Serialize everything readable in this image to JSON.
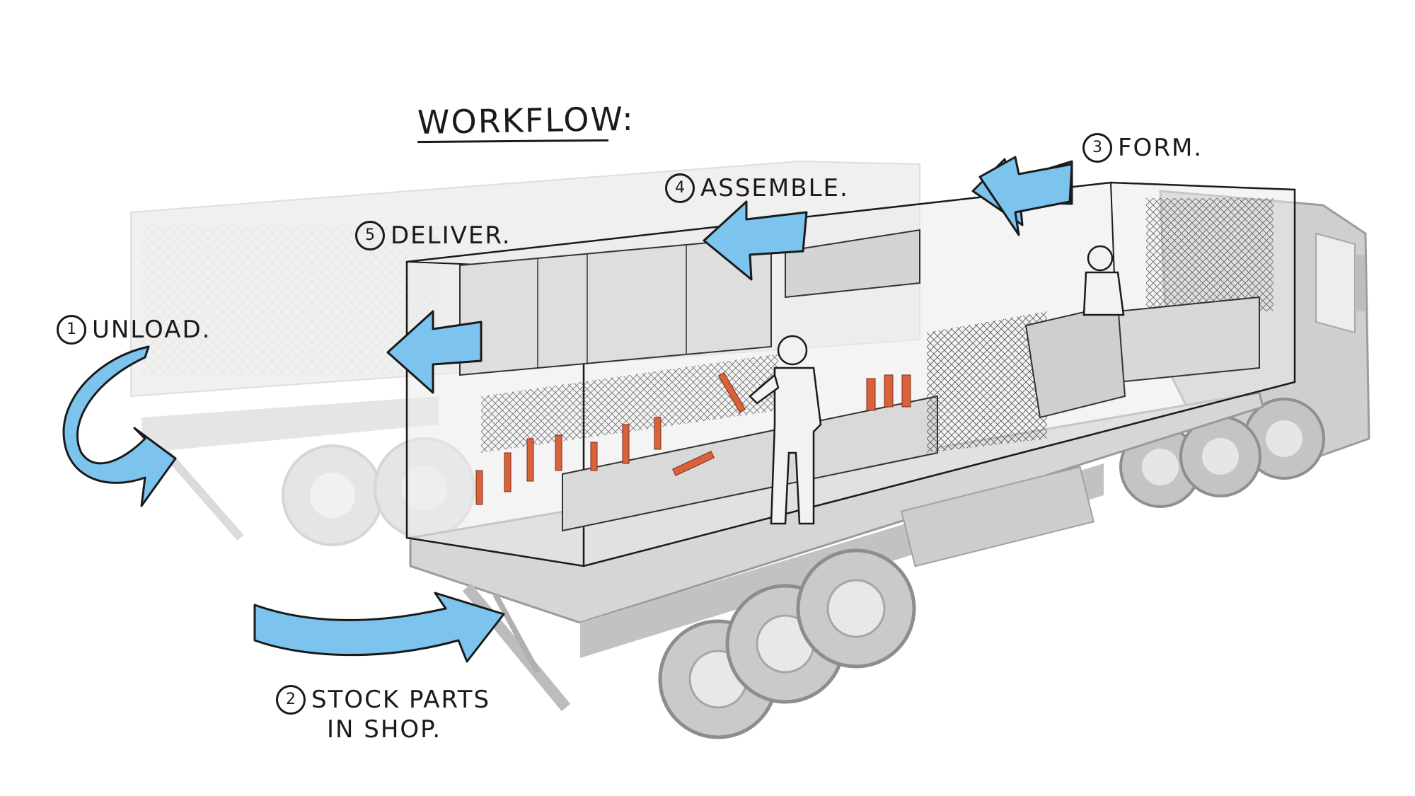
{
  "title": "WORKFLOW:",
  "steps": [
    {
      "num": "1",
      "label": "UNLOAD."
    },
    {
      "num": "2",
      "label": "STOCK PARTS",
      "label2": "IN SHOP."
    },
    {
      "num": "3",
      "label": "FORM."
    },
    {
      "num": "4",
      "label": "ASSEMBLE."
    },
    {
      "num": "5",
      "label": "DELIVER."
    }
  ],
  "colors": {
    "arrow_fill": "#7cc4ee",
    "arrow_stroke": "#1a1a1a",
    "truck_gray": "#c9c9c9",
    "truck_dark": "#9a9a9a",
    "rebar_orange": "#d9623a",
    "ink": "#1a1a1a"
  }
}
